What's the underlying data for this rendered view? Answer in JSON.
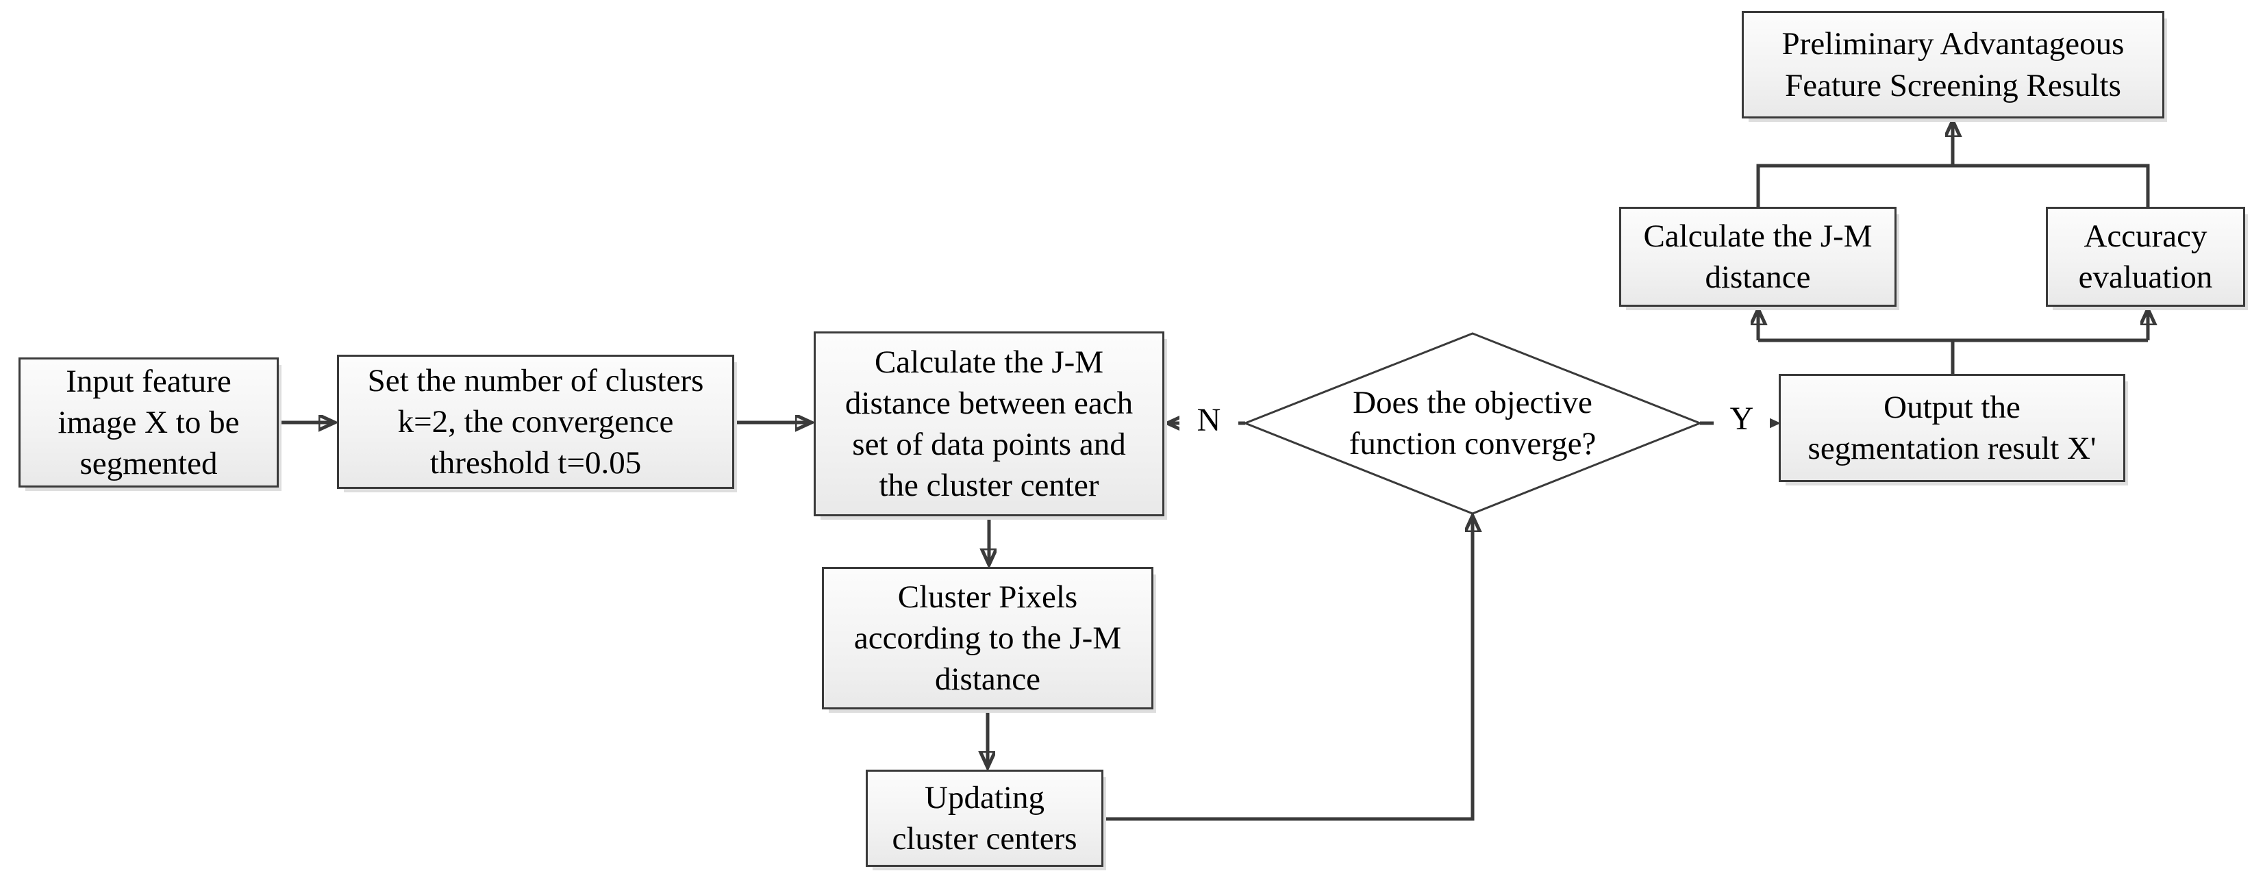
{
  "diagram": {
    "type": "flowchart",
    "colors": {
      "background": "#ffffff",
      "line": "#3a3a3a",
      "node_border": "#3a3a3a",
      "node_fill_top": "#fcfcfc",
      "node_fill_bottom": "#e9e9e9",
      "text": "#000000"
    },
    "nodes": {
      "input": {
        "text": "Input feature\nimage X to be\nsegmented"
      },
      "set_params": {
        "text": "Set the number of clusters\nk=2, the convergence\nthreshold t=0.05"
      },
      "calc_jm_cluster": {
        "text": "Calculate the J-M\ndistance between each\nset of data points and\nthe cluster center"
      },
      "cluster_pixels": {
        "text": "Cluster Pixels\naccording to the J-M\ndistance"
      },
      "update_centers": {
        "text": "Updating\ncluster centers"
      },
      "decision": {
        "text": "Does the objective\nfunction converge?"
      },
      "output": {
        "text": "Output the\nsegmentation result X'"
      },
      "calc_jm_eval": {
        "text": "Calculate the J-M\ndistance"
      },
      "accuracy": {
        "text": "Accuracy\nevaluation"
      },
      "prelim": {
        "text": "Preliminary Advantageous\nFeature Screening Results"
      }
    },
    "edge_labels": {
      "no": "N",
      "yes": "Y"
    }
  }
}
